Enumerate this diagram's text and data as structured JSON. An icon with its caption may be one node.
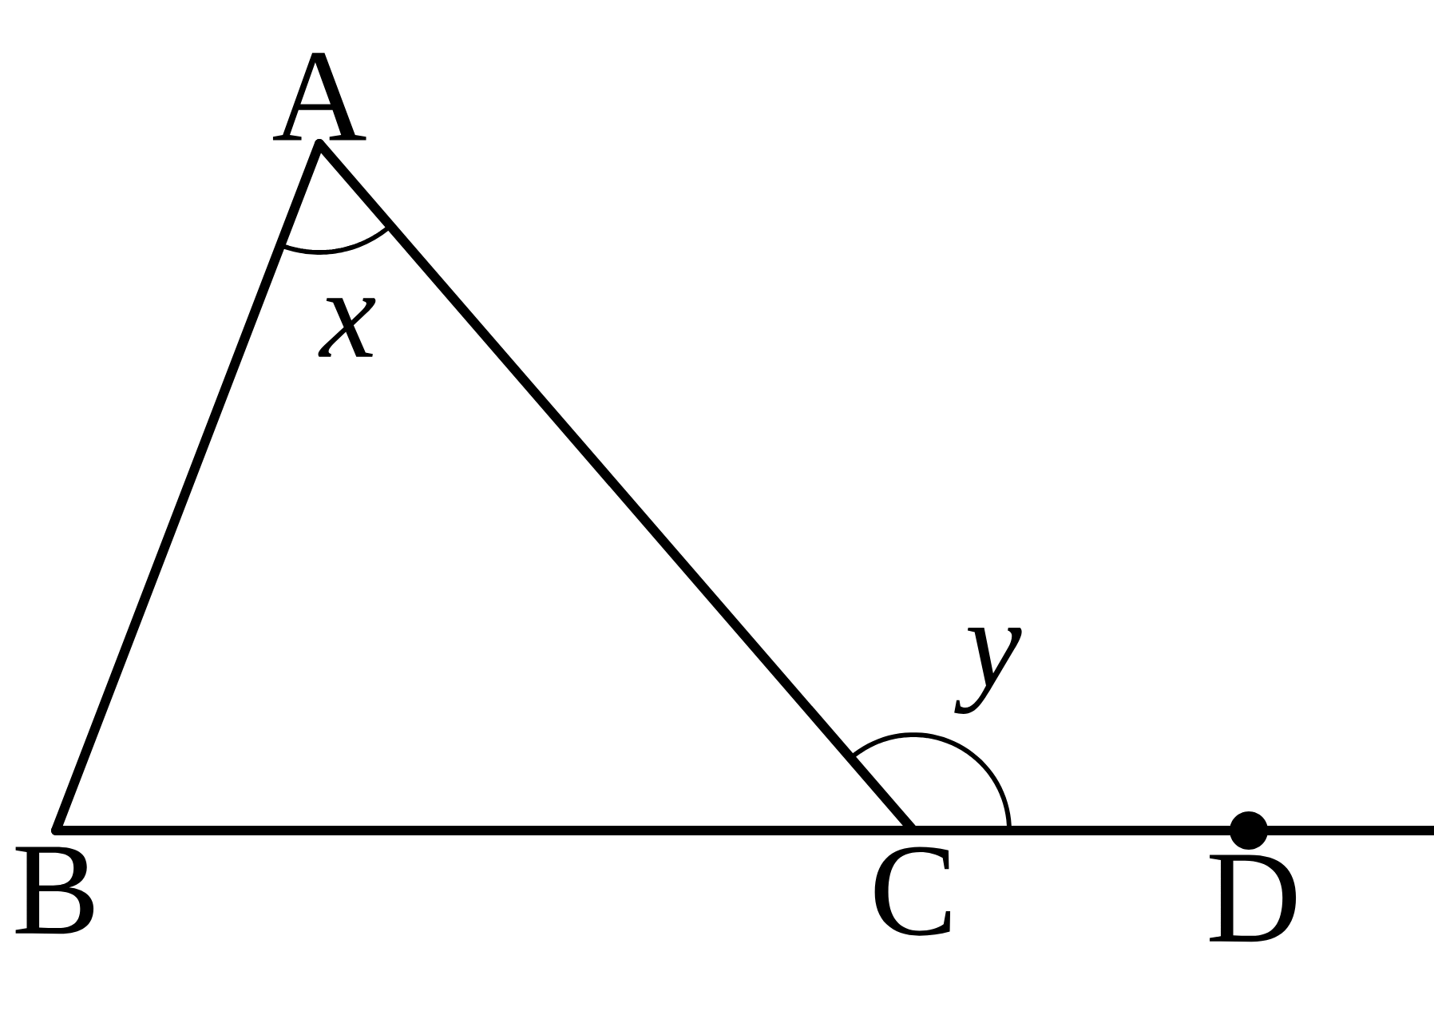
{
  "diagram": {
    "nodes": [
      {
        "text": [
          "A"
        ]
      },
      {
        "text": [
          "B"
        ]
      },
      {
        "text": [
          "C"
        ]
      },
      {
        "text": [
          "D"
        ]
      }
    ],
    "edges": [
      {
        "from": 0,
        "to": 1,
        "arrow": "none"
      },
      {
        "from": 0,
        "to": 2,
        "arrow": "none"
      },
      {
        "from": 1,
        "to": 2,
        "arrow": "none"
      },
      {
        "from": 2,
        "to": 3,
        "arrow": "none"
      },
      {
        "from": 3,
        "to": null,
        "arrow": "none"
      }
    ],
    "labels": [
      "x",
      "y"
    ]
  }
}
